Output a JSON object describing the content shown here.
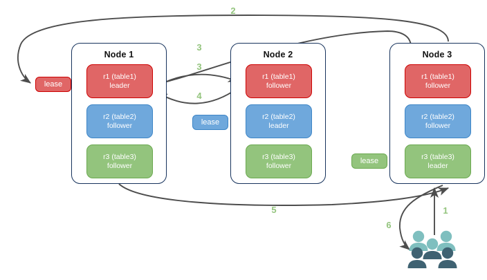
{
  "diagram": {
    "title": "raft-lease-replication-flow",
    "colors": {
      "red": "#e06666",
      "red_border": "#cc0000",
      "blue": "#6fa8dc",
      "blue_border": "#3d85c6",
      "green": "#93c47d",
      "green_border": "#6aa84f",
      "node_border": "#16325c",
      "arrow": "#4d4d4d",
      "step_label": "#93c47d",
      "people_light": "#7fbfbf",
      "people_dark": "#3f6272"
    }
  },
  "nodes": [
    {
      "title": "Node 1",
      "replicas": [
        {
          "name": "r1 (table1)",
          "role": "leader",
          "color": "red"
        },
        {
          "name": "r2 (table2)",
          "role": "follower",
          "color": "blue"
        },
        {
          "name": "r3 (table3)",
          "role": "follower",
          "color": "green"
        }
      ]
    },
    {
      "title": "Node 2",
      "replicas": [
        {
          "name": "r1 (table1)",
          "role": "follower",
          "color": "red"
        },
        {
          "name": "r2 (table2)",
          "role": "leader",
          "color": "blue"
        },
        {
          "name": "r3 (table3)",
          "role": "follower",
          "color": "green"
        }
      ]
    },
    {
      "title": "Node 3",
      "replicas": [
        {
          "name": "r1 (table1)",
          "role": "follower",
          "color": "red"
        },
        {
          "name": "r2 (table2)",
          "role": "follower",
          "color": "blue"
        },
        {
          "name": "r3 (table3)",
          "role": "leader",
          "color": "green"
        }
      ]
    }
  ],
  "leases": [
    {
      "label": "lease",
      "color": "red"
    },
    {
      "label": "lease",
      "color": "blue"
    },
    {
      "label": "lease",
      "color": "green"
    }
  ],
  "steps": [
    {
      "label": "1"
    },
    {
      "label": "2"
    },
    {
      "label": "3"
    },
    {
      "label": "3"
    },
    {
      "label": "4"
    },
    {
      "label": "5"
    },
    {
      "label": "6"
    }
  ],
  "actors": {
    "icon": "people-group-icon",
    "count": 5
  }
}
